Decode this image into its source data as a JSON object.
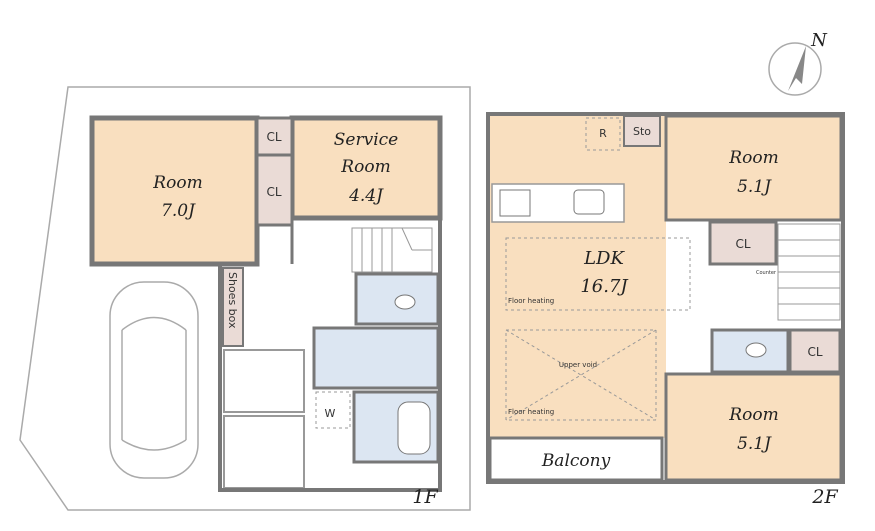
{
  "floor1": {
    "floor_label": "1F",
    "room": {
      "name": "Room",
      "size": "7.0J"
    },
    "service_room": {
      "name_line1": "Service",
      "name_line2": "Room",
      "size": "4.4J"
    },
    "closet_top": "CL",
    "closet_bottom": "CL",
    "shoes_box": "Shoes box",
    "washer": "W"
  },
  "floor2": {
    "floor_label": "2F",
    "ldk": {
      "name": "LDK",
      "size": "16.7J"
    },
    "room_top": {
      "name": "Room",
      "size": "5.1J"
    },
    "room_bottom": {
      "name": "Room",
      "size": "5.1J"
    },
    "closet_upper": "CL",
    "closet_lower": "CL",
    "refrigerator": "R",
    "storage": "Sto",
    "floor_heating_top": "Floor heating",
    "floor_heating_bottom": "Floor heating",
    "upper_void": "Upper void",
    "balcony": "Balcony",
    "counter": "Counter"
  },
  "compass": {
    "label": "N"
  },
  "colors": {
    "room_fill": "#f9dfbf",
    "wet_fill": "#dce6f2",
    "closet_fill": "#eadbd6",
    "wall": "#777777",
    "lot_line": "#aaaaaa"
  }
}
